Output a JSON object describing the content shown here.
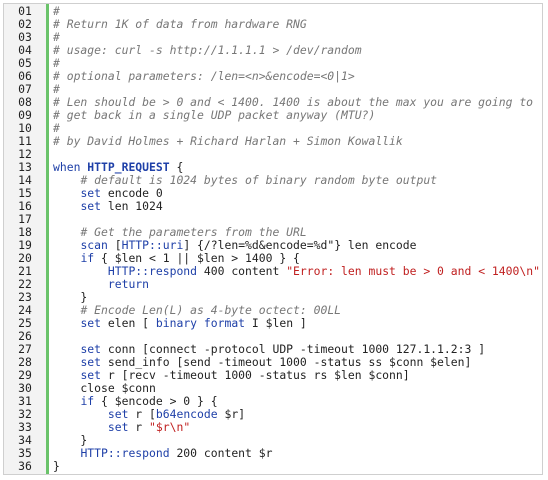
{
  "editor": {
    "lines": [
      {
        "num": "01",
        "tokens": [
          {
            "t": "#",
            "c": "c"
          }
        ]
      },
      {
        "num": "02",
        "tokens": [
          {
            "t": "# Return 1K of data from hardware RNG",
            "c": "c"
          }
        ]
      },
      {
        "num": "03",
        "tokens": [
          {
            "t": "#",
            "c": "c"
          }
        ]
      },
      {
        "num": "04",
        "tokens": [
          {
            "t": "# usage: curl -s http://1.1.1.1 > /dev/random",
            "c": "c"
          }
        ]
      },
      {
        "num": "05",
        "tokens": [
          {
            "t": "#",
            "c": "c"
          }
        ]
      },
      {
        "num": "06",
        "tokens": [
          {
            "t": "# optional parameters: /len=<n>&encode=<0|1>",
            "c": "c"
          }
        ]
      },
      {
        "num": "07",
        "tokens": [
          {
            "t": "#",
            "c": "c"
          }
        ]
      },
      {
        "num": "08",
        "tokens": [
          {
            "t": "# Len should be > 0 and < 1400. 1400 is about the max you are going to",
            "c": "c"
          }
        ]
      },
      {
        "num": "09",
        "tokens": [
          {
            "t": "# get back in a single UDP packet anyway (MTU?)",
            "c": "c"
          }
        ]
      },
      {
        "num": "10",
        "tokens": [
          {
            "t": "#",
            "c": "c"
          }
        ]
      },
      {
        "num": "11",
        "tokens": [
          {
            "t": "# by David Holmes + Richard Harlan + Simon Kowallik",
            "c": "c"
          }
        ]
      },
      {
        "num": "12",
        "tokens": []
      },
      {
        "num": "13",
        "tokens": [
          {
            "t": "when",
            "c": "k"
          },
          {
            "t": " ",
            "c": ""
          },
          {
            "t": "HTTP_REQUEST",
            "c": "kb"
          },
          {
            "t": " {",
            "c": ""
          }
        ]
      },
      {
        "num": "14",
        "tokens": [
          {
            "t": "    ",
            "c": ""
          },
          {
            "t": "# default is 1024 bytes of binary random byte output",
            "c": "c"
          }
        ]
      },
      {
        "num": "15",
        "tokens": [
          {
            "t": "    ",
            "c": ""
          },
          {
            "t": "set",
            "c": "k"
          },
          {
            "t": " encode 0",
            "c": ""
          }
        ]
      },
      {
        "num": "16",
        "tokens": [
          {
            "t": "    ",
            "c": ""
          },
          {
            "t": "set",
            "c": "k"
          },
          {
            "t": " len 1024",
            "c": ""
          }
        ]
      },
      {
        "num": "17",
        "tokens": []
      },
      {
        "num": "18",
        "tokens": [
          {
            "t": "    ",
            "c": ""
          },
          {
            "t": "# Get the parameters from the URL",
            "c": "c"
          }
        ]
      },
      {
        "num": "19",
        "tokens": [
          {
            "t": "    ",
            "c": ""
          },
          {
            "t": "scan",
            "c": "k"
          },
          {
            "t": " [",
            "c": ""
          },
          {
            "t": "HTTP::uri",
            "c": "k"
          },
          {
            "t": "] {/?len=%d&encode=%d\"} len encode",
            "c": ""
          }
        ]
      },
      {
        "num": "20",
        "tokens": [
          {
            "t": "    ",
            "c": ""
          },
          {
            "t": "if",
            "c": "k"
          },
          {
            "t": " { $len < 1 || $len > 1400 } {",
            "c": ""
          }
        ]
      },
      {
        "num": "21",
        "tokens": [
          {
            "t": "        ",
            "c": ""
          },
          {
            "t": "HTTP::respond",
            "c": "k"
          },
          {
            "t": " 400 content ",
            "c": ""
          },
          {
            "t": "\"Error: len must be > 0 and < 1400\\n\"",
            "c": "s"
          }
        ]
      },
      {
        "num": "22",
        "tokens": [
          {
            "t": "        ",
            "c": ""
          },
          {
            "t": "return",
            "c": "k"
          }
        ]
      },
      {
        "num": "23",
        "tokens": [
          {
            "t": "    }",
            "c": ""
          }
        ]
      },
      {
        "num": "24",
        "tokens": [
          {
            "t": "    ",
            "c": ""
          },
          {
            "t": "# Encode Len(L) as 4-byte octect: 00LL",
            "c": "c"
          }
        ]
      },
      {
        "num": "25",
        "tokens": [
          {
            "t": "    ",
            "c": ""
          },
          {
            "t": "set",
            "c": "k"
          },
          {
            "t": " elen [ ",
            "c": ""
          },
          {
            "t": "binary format",
            "c": "k"
          },
          {
            "t": " I $len ]",
            "c": ""
          }
        ]
      },
      {
        "num": "26",
        "tokens": []
      },
      {
        "num": "27",
        "tokens": [
          {
            "t": "    ",
            "c": ""
          },
          {
            "t": "set",
            "c": "k"
          },
          {
            "t": " conn [connect -protocol UDP -timeout 1000 127.1.1.2:3 ]",
            "c": ""
          }
        ]
      },
      {
        "num": "28",
        "tokens": [
          {
            "t": "    ",
            "c": ""
          },
          {
            "t": "set",
            "c": "k"
          },
          {
            "t": " send_info [send -timeout 1000 -status ss $conn $elen]",
            "c": ""
          }
        ]
      },
      {
        "num": "29",
        "tokens": [
          {
            "t": "    ",
            "c": ""
          },
          {
            "t": "set",
            "c": "k"
          },
          {
            "t": " r [recv -timeout 1000 -status rs $len $conn]",
            "c": ""
          }
        ]
      },
      {
        "num": "30",
        "tokens": [
          {
            "t": "    close $conn",
            "c": ""
          }
        ]
      },
      {
        "num": "31",
        "tokens": [
          {
            "t": "    ",
            "c": ""
          },
          {
            "t": "if",
            "c": "k"
          },
          {
            "t": " { $encode > 0 } {",
            "c": ""
          }
        ]
      },
      {
        "num": "32",
        "tokens": [
          {
            "t": "        ",
            "c": ""
          },
          {
            "t": "set",
            "c": "k"
          },
          {
            "t": " r [",
            "c": ""
          },
          {
            "t": "b64encode",
            "c": "k"
          },
          {
            "t": " $r]",
            "c": ""
          }
        ]
      },
      {
        "num": "33",
        "tokens": [
          {
            "t": "        ",
            "c": ""
          },
          {
            "t": "set",
            "c": "k"
          },
          {
            "t": " r ",
            "c": ""
          },
          {
            "t": "\"$r\\n\"",
            "c": "s"
          }
        ]
      },
      {
        "num": "34",
        "tokens": [
          {
            "t": "    }",
            "c": ""
          }
        ]
      },
      {
        "num": "35",
        "tokens": [
          {
            "t": "    ",
            "c": ""
          },
          {
            "t": "HTTP::respond",
            "c": "k"
          },
          {
            "t": " 200 content $r",
            "c": ""
          }
        ]
      },
      {
        "num": "36",
        "tokens": [
          {
            "t": "}",
            "c": ""
          }
        ]
      }
    ]
  }
}
